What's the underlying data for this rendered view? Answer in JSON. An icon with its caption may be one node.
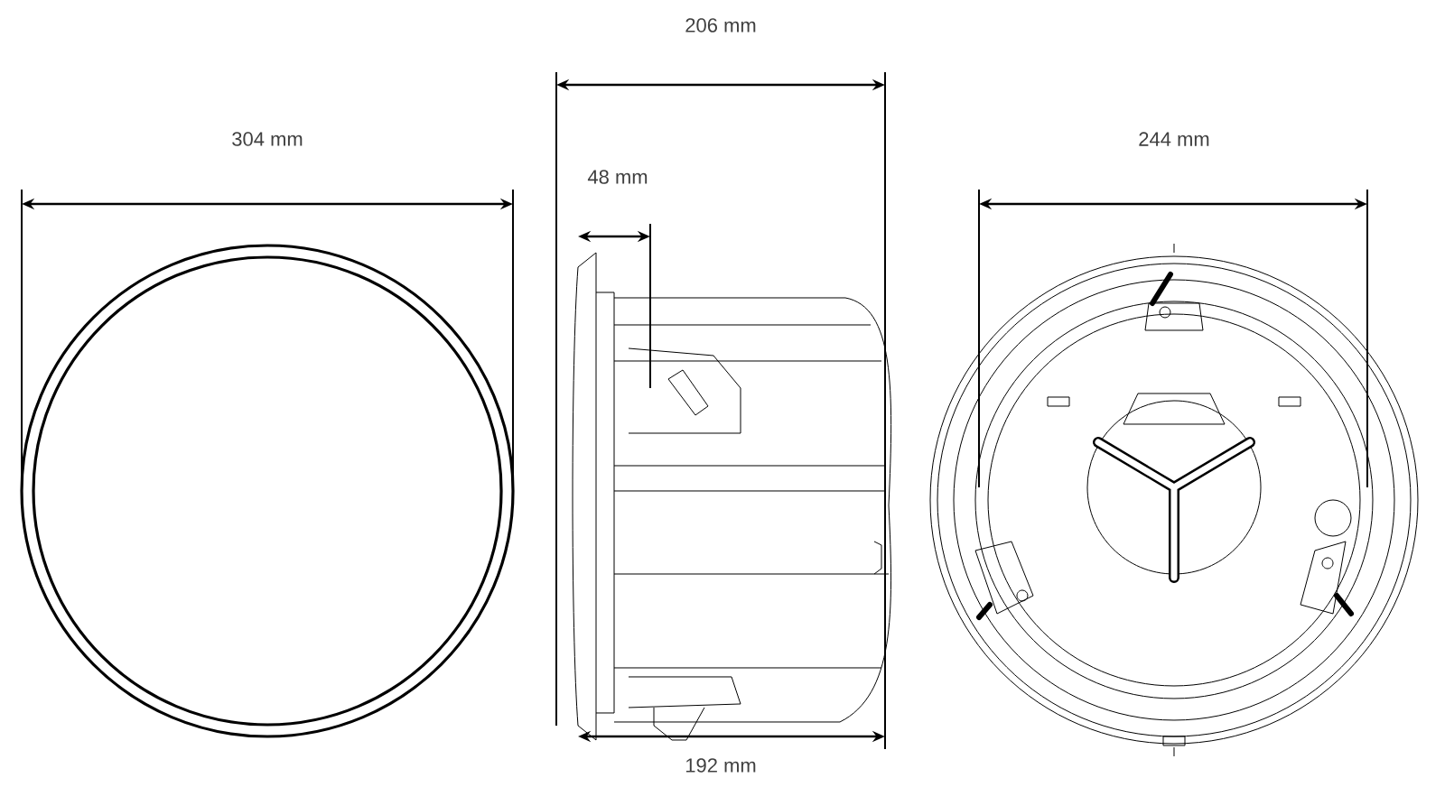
{
  "diagram": {
    "labels": [
      "206 mm",
      "304 mm",
      "244 mm",
      "48 mm",
      "192 mm"
    ]
  }
}
